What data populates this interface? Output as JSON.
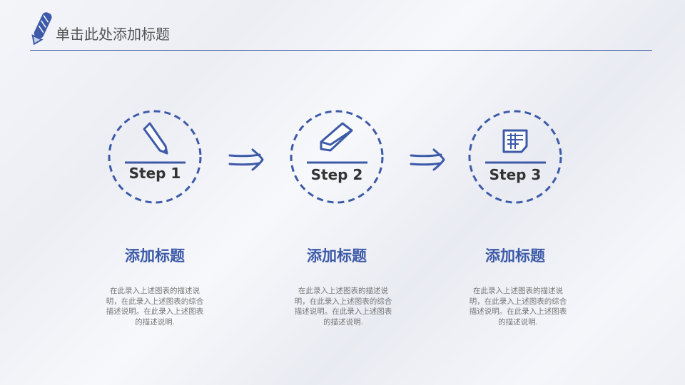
{
  "header": {
    "title": "单击此处添加标题",
    "icon": "pencil-icon"
  },
  "steps": [
    {
      "label": "Step 1",
      "icon": "pencil-icon",
      "heading": "添加标题",
      "desc": "在此录入上述图表的描述说明，在此录入上述图表的综合描述说明。在此录入上述图表的描述说明."
    },
    {
      "label": "Step 2",
      "icon": "eraser-icon",
      "heading": "添加标题",
      "desc": "在此录入上述图表的描述说明，在此录入上述图表的综合描述说明。在此录入上述图表的描述说明."
    },
    {
      "label": "Step 3",
      "icon": "note-icon",
      "heading": "添加标题",
      "desc": "在此录入上述图表的描述说明，在此录入上述图表的综合描述说明。在此录入上述图表的描述说明."
    }
  ],
  "colors": {
    "accent": "#3d5aa8"
  }
}
